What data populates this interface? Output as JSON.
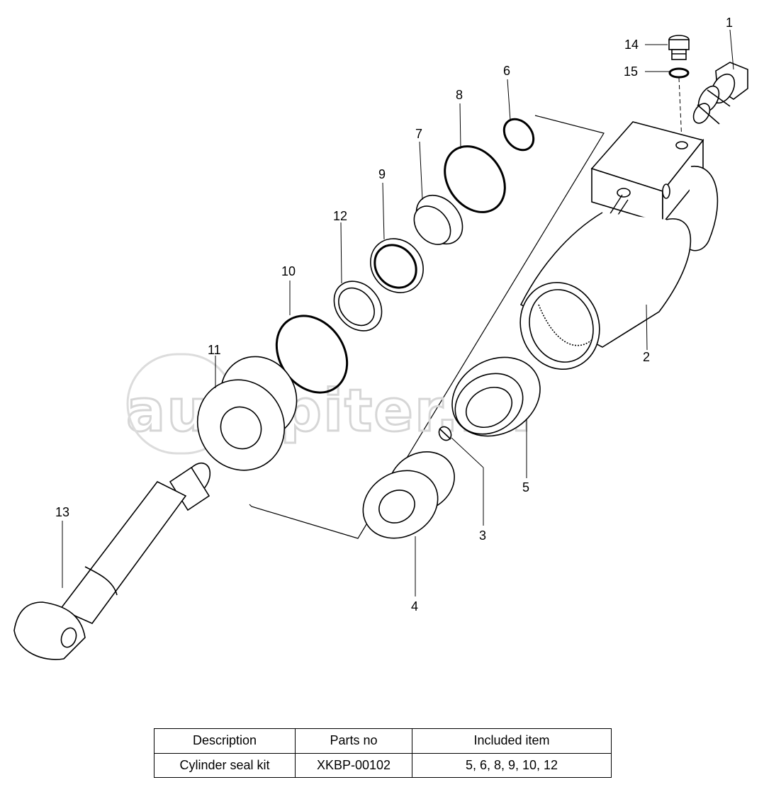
{
  "watermark": "autopiter.ru",
  "callouts": {
    "c1": "1",
    "c2": "2",
    "c3": "3",
    "c4": "4",
    "c5": "5",
    "c6": "6",
    "c7": "7",
    "c8": "8",
    "c9": "9",
    "c10": "10",
    "c11": "11",
    "c12": "12",
    "c13": "13",
    "c14": "14",
    "c15": "15"
  },
  "kit_table": {
    "headers": [
      "Description",
      "Parts no",
      "Included item"
    ],
    "rows": [
      [
        "Cylinder seal kit",
        "XKBP-00102",
        "5, 6, 8, 9, 10, 12"
      ]
    ]
  }
}
